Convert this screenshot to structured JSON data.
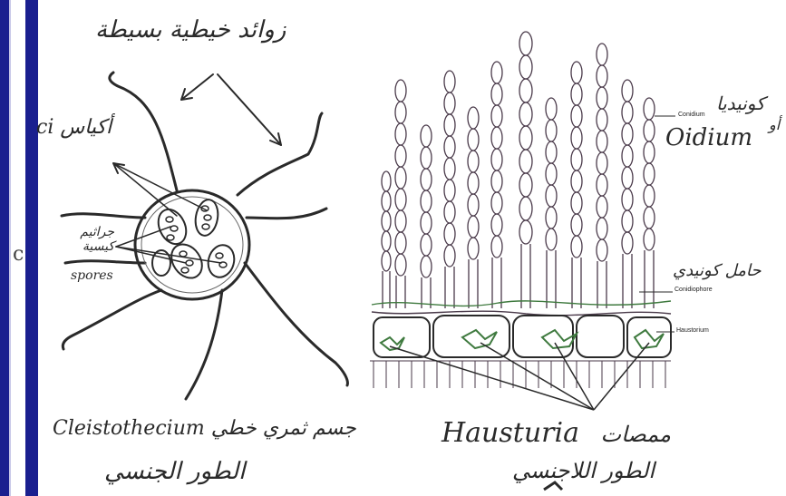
{
  "colors": {
    "side_bar": "#1a1f8f",
    "ink": "#2a2a2a",
    "cell_outline": "#4a3a4a",
    "green_ink": "#3f7a3f"
  },
  "left_figure": {
    "top_label": "زوائد خيطية بسيطة",
    "asci_label_ar": "أكياس",
    "asci_label_en": "ci",
    "spores_label_ar": "جراثيم كيسية",
    "spores_label_en": "spores",
    "bottom_label_ar": "جسم ثمري خطي",
    "bottom_label_en": "Cleistothecium",
    "stage_label": "الطور الجنسي"
  },
  "right_figure": {
    "conidium_label_ar": "كونيديا",
    "conidium_label_or": "أو",
    "oidium_label": "Oidium",
    "conidium_tag": "Conidium",
    "conidiophore_label_ar": "حامل كونيدي",
    "conidiophore_tag": "Conidiophore",
    "haustorium_tag": "Haustorium",
    "haustoria_label_en": "Hausturia",
    "haustoria_label_ar": "ممصات",
    "stage_label": "الطور اللاجنسي"
  }
}
